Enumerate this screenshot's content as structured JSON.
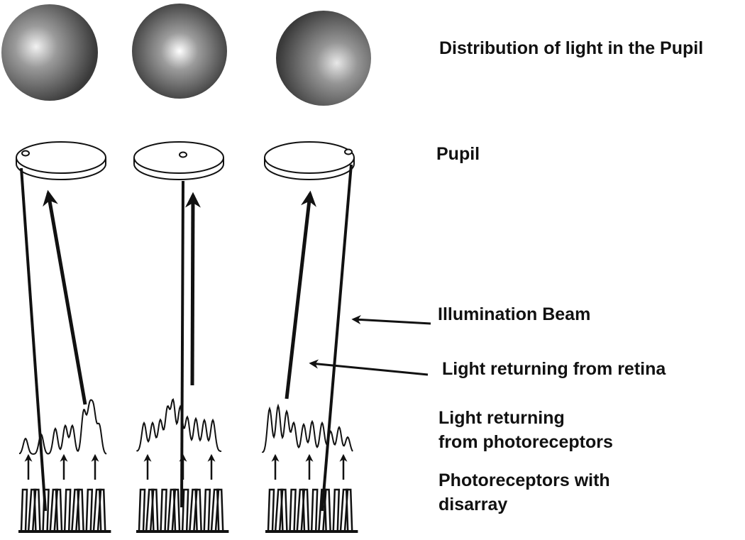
{
  "labels": {
    "distribution": "Distribution of light in the Pupil",
    "pupil": "Pupil",
    "illumination": "Illumination Beam",
    "returning_retina": "Light returning from retina",
    "returning_photoreceptors_1": "Light returning",
    "returning_photoreceptors_2": "from photoreceptors",
    "photoreceptors_1": "Photoreceptors with",
    "photoreceptors_2": "disarray"
  },
  "columns": [
    {
      "name": "left",
      "bright_spot_position": "upper-left",
      "pupil_hole_position": "left"
    },
    {
      "name": "center",
      "bright_spot_position": "center",
      "pupil_hole_position": "center"
    },
    {
      "name": "right",
      "bright_spot_position": "right",
      "pupil_hole_position": "right"
    }
  ],
  "colors": {
    "ink": "#111111",
    "sphere_dark": "#3a3a3a",
    "sphere_light": "#f2f2f2",
    "background": "#ffffff"
  }
}
